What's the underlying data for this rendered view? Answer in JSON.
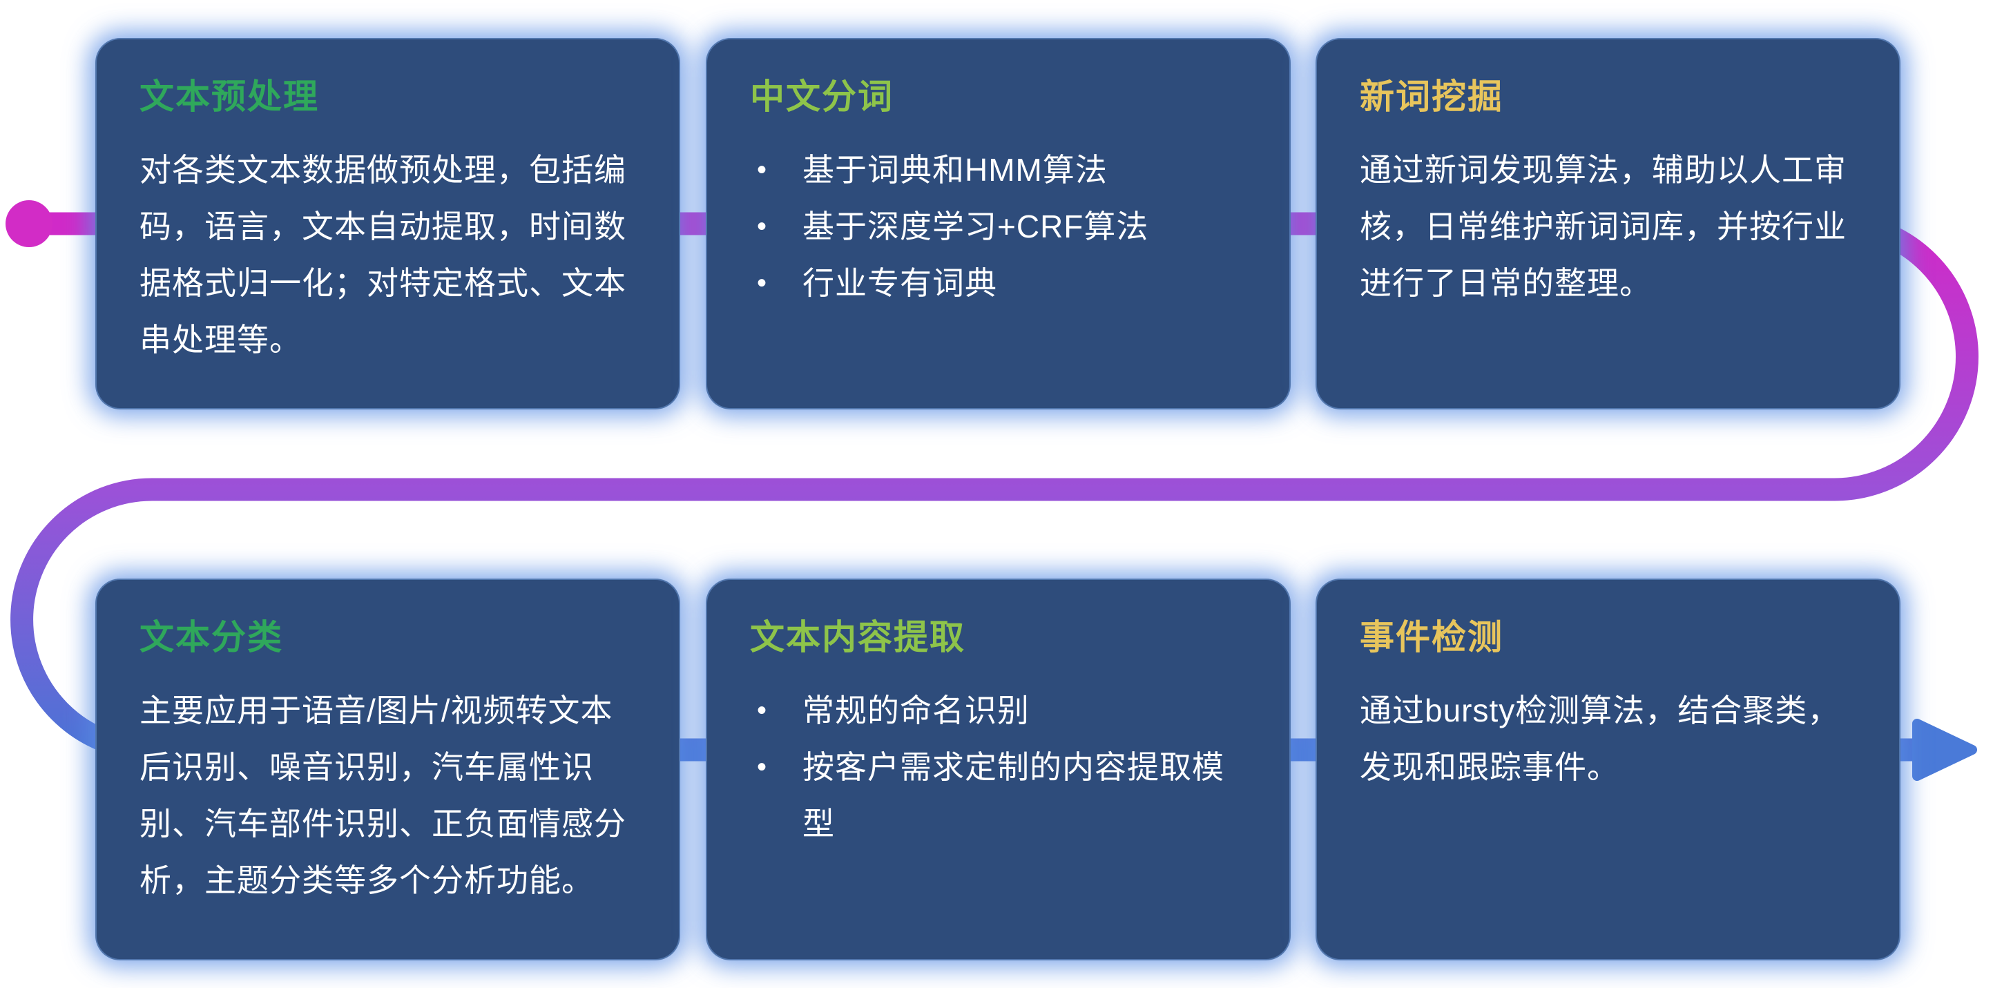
{
  "palette": {
    "card_background": "#2e4c7b",
    "card_glow": "#5a8de4",
    "body_text_color": "#ffffff",
    "flow_start_color": "#d02ac8",
    "flow_mid_color": "#9a52d8",
    "flow_end_color": "#4a74d6",
    "title_green": "#2fa85b",
    "title_lime": "#8ec44a",
    "title_gold": "#e8c55c"
  },
  "flow": {
    "start_marker": "dot",
    "end_marker": "arrow-right"
  },
  "cards": [
    {
      "title": "文本预处理",
      "title_color": "#2fa85b",
      "body": "对各类文本数据做预处理，包括编码，语言，文本自动提取，时间数据格式归一化；对特定格式、文本串处理等。"
    },
    {
      "title": "中文分词",
      "title_color": "#8ec44a",
      "bullets": [
        "基于词典和HMM算法",
        "基于深度学习+CRF算法",
        "行业专有词典"
      ]
    },
    {
      "title": "新词挖掘",
      "title_color": "#e8c55c",
      "body": "通过新词发现算法，辅助以人工审核，日常维护新词词库，并按行业进行了日常的整理。"
    },
    {
      "title": "文本分类",
      "title_color": "#2fa85b",
      "body": "主要应用于语音/图片/视频转文本后识别、噪音识别，汽车属性识别、汽车部件识别、正负面情感分析，主题分类等多个分析功能。"
    },
    {
      "title": "文本内容提取",
      "title_color": "#8ec44a",
      "bullets": [
        "常规的命名识别",
        "按客户需求定制的内容提取模型"
      ]
    },
    {
      "title": "事件检测",
      "title_color": "#e8c55c",
      "body": "通过bursty检测算法，结合聚类，发现和跟踪事件。"
    }
  ]
}
